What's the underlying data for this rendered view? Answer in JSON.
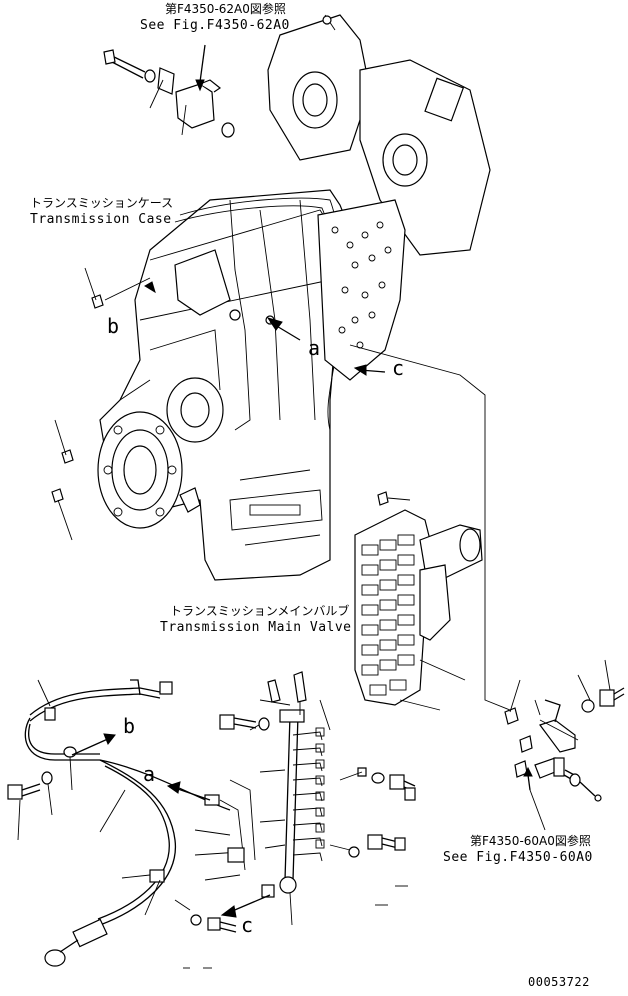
{
  "labels": {
    "ref_top_jp": "第F4350-62A0図参照",
    "ref_top_en": "See Fig.F4350-62A0",
    "case_jp": "トランスミッションケース",
    "case_en": "Transmission Case",
    "valve_jp": "トランスミッションメインバルブ",
    "valve_en": "Transmission Main Valve",
    "ref_bottom_jp": "第F4350-60A0図参照",
    "ref_bottom_en": "See Fig.F4350-60A0",
    "drawing_number": "00053722"
  },
  "callout_letters": {
    "b_upper": "b",
    "a_upper": "a",
    "c_upper": "c",
    "b_lower": "b",
    "a_lower": "a",
    "c_lower": "c"
  }
}
